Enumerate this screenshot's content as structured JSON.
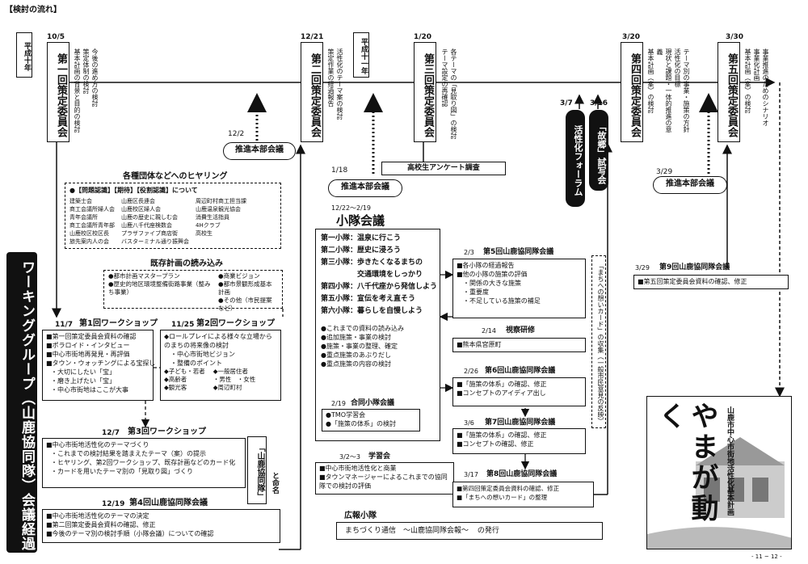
{
  "header": "【検討の流れ】",
  "era_labels": {
    "h10": "平成十年",
    "h11": "平成十一年"
  },
  "committees": [
    {
      "date": "10/5",
      "title": "第一回策定委員会",
      "notes": [
        "今後の進め方の検討",
        "策定体制の検討",
        "基本計画の背景と目的の検討"
      ]
    },
    {
      "date": "12/21",
      "title": "第二回策定委員会",
      "notes": [
        "活性化のテーマ案の検討",
        "策定作業の経過報告"
      ]
    },
    {
      "date": "1/20",
      "title": "第三回策定委員会",
      "notes": [
        "各テーマの「見取り図」の検討",
        "テーマ設定の再確認"
      ]
    },
    {
      "date": "3/20",
      "title": "第四回策定委員会",
      "notes": [
        "テーマ別の事業・施策の方針",
        "活性化の目標",
        "現状と課題・一体的推進の意義",
        "基本計画（案）の検討"
      ]
    },
    {
      "date": "3/30",
      "title": "第五回策定委員会",
      "notes": [
        "事業推進のためのシナリオ",
        "事業化計画",
        "基本計画（案）の検討"
      ]
    }
  ],
  "hq_meetings": [
    {
      "date": "12/2",
      "label": "推進本部会議"
    },
    {
      "date": "1/18",
      "label": "推進本部会議"
    },
    {
      "date": "3/29",
      "label": "推進本部会議"
    }
  ],
  "forum": {
    "date": "3/7",
    "label": "活性化フォーラム"
  },
  "furusato": {
    "date": "3/16",
    "label": "「故郷」試写会"
  },
  "survey": "高校生アンケート調査",
  "hearing": {
    "title": "各種団体などへのヒヤリング",
    "subtitle": "●【問題認識】【期待】【役割認識】について",
    "col1": [
      "建築士会",
      "商工会議所婦人会",
      "青年会議所",
      "商工会議所青年部",
      "山鹿校区校区長",
      "旅先案内人の会"
    ],
    "col2": [
      "山鹿区長連会",
      "山鹿校区婦人会",
      "山鹿の歴史に親しむ会",
      "山鹿八千代座検数会",
      "プラザファイブ商店街",
      "バスターミナル通り振興会"
    ],
    "col3": [
      "周辺町村商工担当課",
      "山鹿温泉観光協会",
      "消費生活指員",
      "4Hクラブ",
      "高校生"
    ]
  },
  "existing_plans": {
    "title": "既存計画の読み込み",
    "items": [
      "●都市計画マスタープラン",
      "●歴史的地区環境整備街路事業（整みち事業）",
      "●商業ビジョン",
      "●都市景観形成基本計画",
      "●その他（市民提案など）"
    ]
  },
  "working_group_label": "ワーキンググループ（山鹿協同隊）会議経過",
  "ws1": {
    "date": "11/7",
    "title": "第1回ワークショップ",
    "items": [
      "■第一回策定委員会資料の確認",
      "■ポラロイド・インタビュー",
      "■中心市街地再発見・再評価",
      "■タウン・ウォッチングによる宝探し",
      "・大切にしたい「宝」",
      "・磨き上げたい「宝」",
      "・中心市街地はここが大事"
    ]
  },
  "ws2": {
    "date": "11/25",
    "title": "第2回ワークショップ",
    "items": [
      "◆ロールプレイによる様々な立場からのまちの将来像の検討",
      "・中心市街地ビジョン",
      "・整備のポイント"
    ],
    "roles_a": [
      "◆子ども・若者",
      "◆高齢者",
      "◆観光客"
    ],
    "roles_b": [
      "◆一般居住者",
      "・男性　・女性",
      "◆周辺町村"
    ]
  },
  "ws3": {
    "date": "12/7",
    "title": "第3回ワークショップ",
    "items": [
      "■中心市街地活性化のテーマづくり",
      "・これまでの検討結果を踏まえたテーマ（案）の提示",
      "・ヒヤリング、第2回ワークショップ、既存計画などのカード化",
      "・カードを用いたテーマ別の「見取り図」づくり"
    ]
  },
  "naming": {
    "box": "「山鹿協同隊」",
    "suffix": "と命名"
  },
  "m4": {
    "date": "12/19",
    "title": "第4回山鹿協同隊会議",
    "items": [
      "■中心市街地活性化のテーマの決定",
      "■第二回策定委員会資料の確認、修正",
      "■今後のテーマ別の検討手順（小隊会議）についての確認"
    ]
  },
  "squad": {
    "date": "12/22〜2/19",
    "title": "小隊会議",
    "squads": [
      "第一小隊：温泉に行こう",
      "第二小隊：歴史に浸ろう",
      "第三小隊：歩きたくなるまちの",
      "　　　　　交通環境をしっかり",
      "第四小隊：八千代座から発信しよう",
      "第五小隊：宣伝を考え直そう",
      "第六小隊：暮らしを自慢しよう"
    ],
    "tasks": [
      "●これまでの資料の読み込み",
      "●追加施策・事業の検討",
      "●施策・事業の整理、確定",
      "●重点施策のあぶりだし",
      "●重点施策の内容の検討"
    ]
  },
  "joint": {
    "date": "2/19",
    "title": "合同小隊会議",
    "items": [
      "●TMO学習会",
      "●「施策の体系」の検討"
    ]
  },
  "study": {
    "date": "3/2〜3",
    "title": "学習会",
    "items": [
      "■中心市街地活性化と商業",
      "■タウンマネージャーによるこれまでの協同隊での検討の評価"
    ]
  },
  "m5": {
    "date": "2/3",
    "title": "第5回山鹿協同隊会議",
    "items": [
      "■各小隊の経過報告",
      "■他の小隊の施策の評価",
      "・関係の大きな施策",
      "・重要度",
      "・不足している施策の補足"
    ]
  },
  "visit": {
    "date": "2/14",
    "title": "視察研修",
    "items": [
      "■熊本県宮原町"
    ]
  },
  "m6": {
    "date": "2/26",
    "title": "第6回山鹿協同隊会議",
    "items": [
      "■「施策の体系」の確認、修正",
      "■コンセプトのアイディア出し"
    ]
  },
  "m7": {
    "date": "3/6",
    "title": "第7回山鹿協同隊会議",
    "items": [
      "■「施策の体系」の確認、修正",
      "■コンセプトの確認、修正"
    ]
  },
  "m8": {
    "date": "3/17",
    "title": "第8回山鹿協同隊会議",
    "items": [
      "■第四回策定委員会資料の確認、修正",
      "■「まちへの想いカード」の整理"
    ]
  },
  "m9": {
    "date": "3/29",
    "title": "第9回山鹿協同隊会議",
    "items": [
      "■第五回策定委員会資料の確認、修正"
    ]
  },
  "card_label": "「まちへの想いカード」の収集（一般市民意見の反映）",
  "pr": {
    "title": "広報小隊",
    "newsletter": "まちづくり通信　〜山鹿協同隊会報〜",
    "suffix": "の発行"
  },
  "poster": {
    "big": "やまが動く",
    "sub": "山鹿市中心市街地活性化基本計画"
  },
  "footer_page": "- 11 ~ 12 -"
}
